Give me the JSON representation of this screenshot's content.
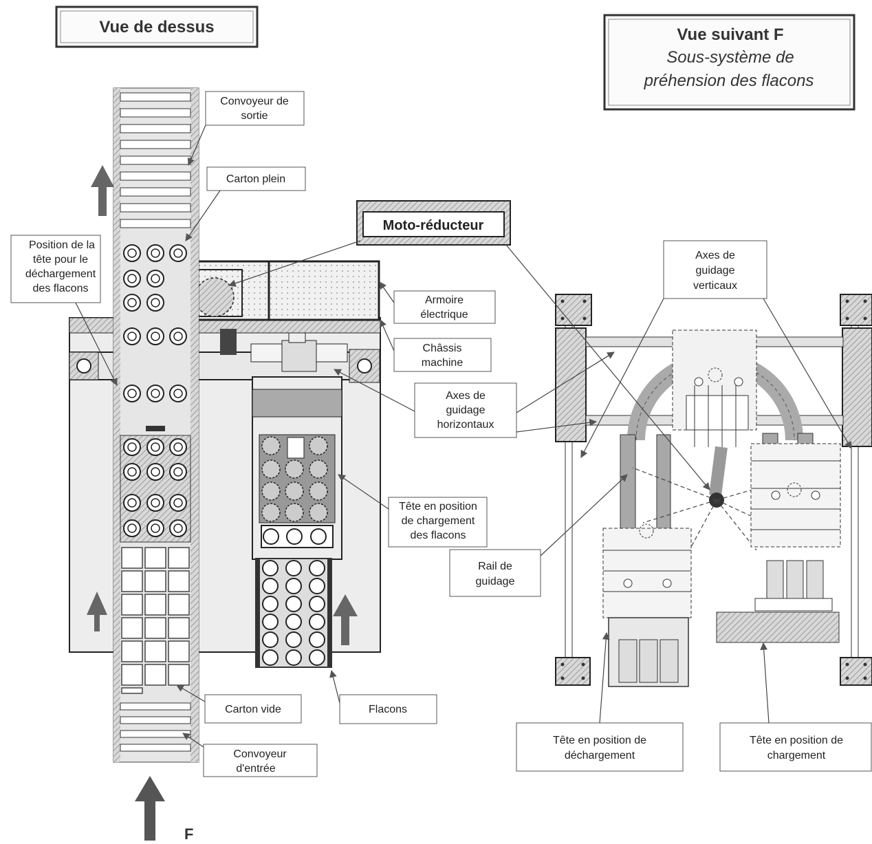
{
  "titles": {
    "top_view": "Vue de dessus",
    "side_view_line1": "Vue suivant F",
    "side_view_line2": "Sous-système de",
    "side_view_line3": "préhension des flacons"
  },
  "labels": {
    "convoyeur_sortie_1": "Convoyeur de",
    "convoyeur_sortie_2": "sortie",
    "carton_plein": "Carton plein",
    "position_tete_1": "Position de la",
    "position_tete_2": "tête pour le",
    "position_tete_3": "déchargement",
    "position_tete_4": "des flacons",
    "moto_reducteur": "Moto-réducteur",
    "armoire_1": "Armoire",
    "armoire_2": "électrique",
    "chassis_1": "Châssis",
    "chassis_2": "machine",
    "axes_h_1": "Axes de",
    "axes_h_2": "guidage",
    "axes_h_3": "horizontaux",
    "axes_v_1": "Axes de",
    "axes_v_2": "guidage",
    "axes_v_3": "verticaux",
    "tete_chargement_1": "Tête en position",
    "tete_chargement_2": "de chargement",
    "tete_chargement_3": "des flacons",
    "rail_1": "Rail de",
    "rail_2": "guidage",
    "carton_vide": "Carton vide",
    "flacons": "Flacons",
    "convoyeur_entree_1": "Convoyeur",
    "convoyeur_entree_2": "d'entrée",
    "tete_decharg_1": "Tête en position de",
    "tete_decharg_2": "déchargement",
    "tete_charg_1": "Tête en position de",
    "tete_charg_2": "chargement",
    "f_marker": "F"
  },
  "colors": {
    "line": "#222222",
    "hatch": "#9a9a9a",
    "fill_light": "#e6e6e6",
    "fill_mid": "#c4c4c4",
    "fill_dark": "#8a8a8a",
    "dark": "#333333"
  }
}
